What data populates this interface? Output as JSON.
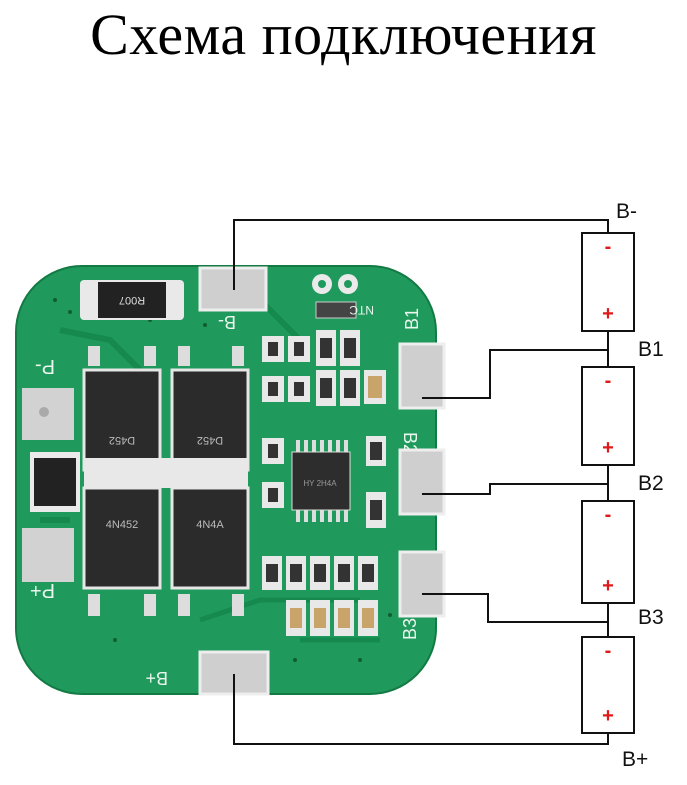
{
  "title": "Схема подключения",
  "colors": {
    "pcb": "#1f9a5c",
    "pcb_dark": "#157a45",
    "silk": "#eaf6ee",
    "pad": "#c9c9c9",
    "chip": "#2b2b2b",
    "wire": "#111111",
    "sign": "#e01a1a"
  },
  "terminals": {
    "b_minus": "B-",
    "b1": "B1",
    "b2": "B2",
    "b3": "B3",
    "b_plus": "B+"
  },
  "battery_signs": {
    "minus": "-",
    "plus": "+"
  },
  "board": {
    "labels": {
      "b_minus": "B-",
      "b_plus": "B+",
      "p_minus": "P-",
      "p_plus": "P+",
      "b1": "B1",
      "b2": "B2",
      "b3": "B3",
      "ntc": "NTC",
      "resistor": "R007",
      "ic": "HY 2H4A",
      "mosfet_a": "D452",
      "mosfet_b": "D452",
      "mosfet_c": "4N452",
      "mosfet_d": "4N4A"
    }
  }
}
